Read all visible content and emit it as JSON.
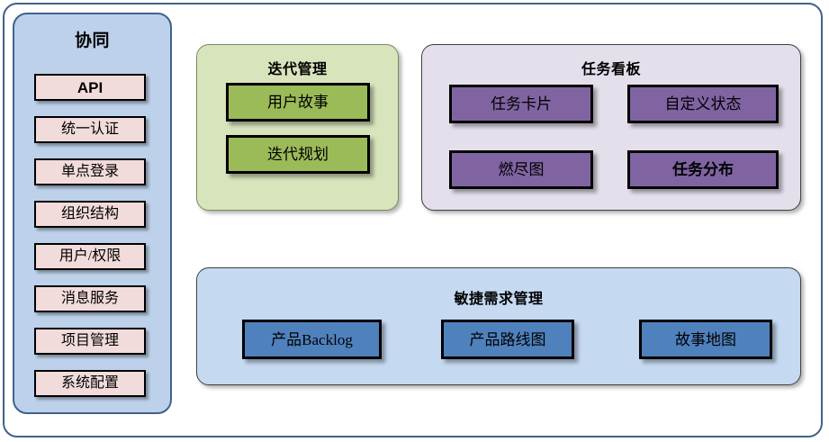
{
  "diagram": {
    "title_hidden": "",
    "colors": {
      "frame_border": "#40618c",
      "sidebar_bg": "#bdd2ea",
      "sidebar_item_bg": "#f2dcdb",
      "iteration_panel_bg": "#d8e4bc",
      "iteration_chip_bg": "#9bbb59",
      "taskboard_panel_bg": "#e5dfec",
      "taskboard_chip_bg": "#8064a2",
      "agile_panel_bg": "#c5d9f1",
      "agile_chip_bg": "#4f81bd"
    }
  },
  "sidebar": {
    "title": "协同",
    "items": [
      {
        "label": "API",
        "style": "bold-sans"
      },
      {
        "label": "统一认证",
        "style": "serif"
      },
      {
        "label": "单点登录",
        "style": "serif"
      },
      {
        "label": "组织结构",
        "style": "serif"
      },
      {
        "label": "用户/权限",
        "style": "serif"
      },
      {
        "label": "消息服务",
        "style": "serif"
      },
      {
        "label": "项目管理",
        "style": "serif"
      },
      {
        "label": "系统配置",
        "style": "serif"
      }
    ]
  },
  "panels": {
    "iteration": {
      "title": "迭代管理",
      "chips": [
        {
          "label": "用户故事"
        },
        {
          "label": "迭代规划"
        }
      ]
    },
    "taskboard": {
      "title": "任务看板",
      "chips": [
        {
          "label": "任务卡片"
        },
        {
          "label": "自定义状态"
        },
        {
          "label": "燃尽图"
        },
        {
          "label": "任务分布"
        }
      ]
    },
    "agile": {
      "title": "敏捷需求管理",
      "chips": [
        {
          "label": "产品Backlog"
        },
        {
          "label": "产品路线图"
        },
        {
          "label": "故事地图"
        }
      ]
    }
  }
}
